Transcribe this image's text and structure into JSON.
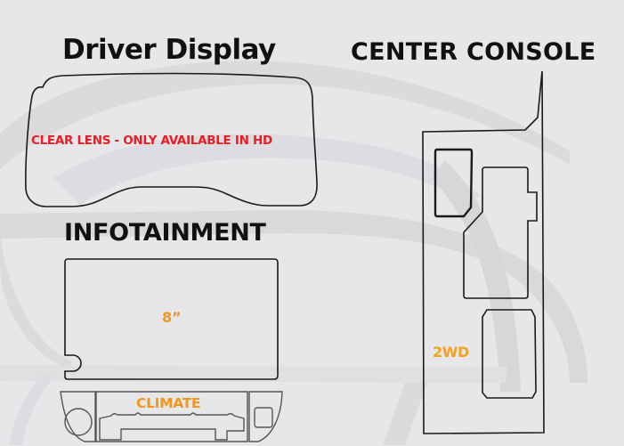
{
  "colors": {
    "background": "#e6e7e9",
    "watermark": "#d9dadc",
    "outline": "#1a1a1a",
    "heading": "#111111",
    "warning_red": "#ed1c24",
    "accent_orange": "#f7941d",
    "accent_orange_alt": "#f9a01b"
  },
  "sections": {
    "driver_display": {
      "title": "Driver Display",
      "note": "CLEAR LENS - ONLY AVAILABLE IN HD"
    },
    "infotainment": {
      "title": "INFOTAINMENT",
      "screen_size": "8”",
      "climate_label": "CLIMATE"
    },
    "center_console": {
      "title": "CENTER CONSOLE",
      "drivetrain": "2WD"
    }
  }
}
